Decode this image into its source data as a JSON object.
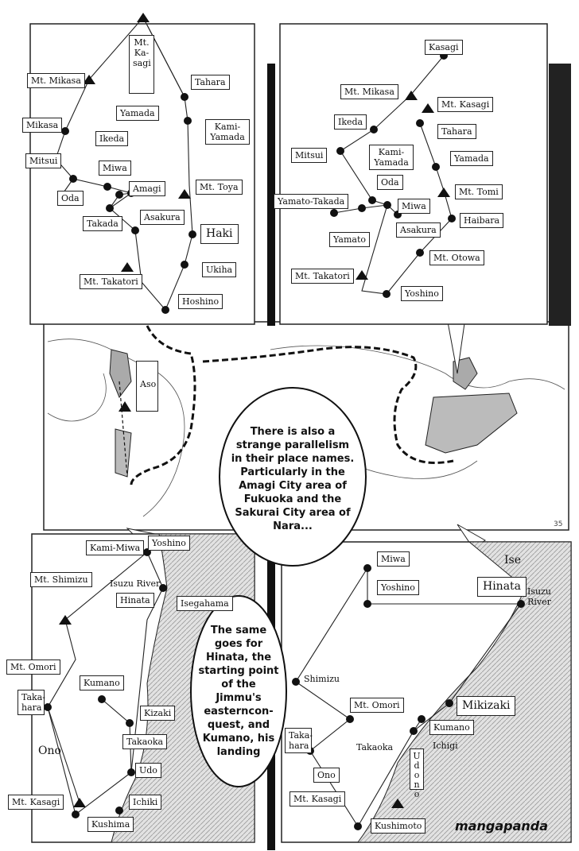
{
  "top_left_map": {
    "labels": [
      "Mt. Ka-sagi",
      "Mt. Mikasa",
      "Tahara",
      "Yamada",
      "Kami-Yamada",
      "Mikasa",
      "Ikeda",
      "Mitsui",
      "Miwa",
      "Oda",
      "Amagi",
      "Mt. Toya",
      "Takada",
      "Asakura",
      "Haki",
      "Mt. Takatori",
      "Ukiha",
      "Hoshino"
    ]
  },
  "top_right_map": {
    "labels": [
      "Kasagi",
      "Mt. Mikasa",
      "Mt. Kasagi",
      "Ikeda",
      "Tahara",
      "Mitsui",
      "Kami-Yamada",
      "Yamada",
      "Oda",
      "Mt. Tomi",
      "Yamato-Takada",
      "Miwa",
      "Haibara",
      "Yamato",
      "Asakura",
      "Mt. Otowa",
      "Mt. Takatori",
      "Yoshino"
    ]
  },
  "middle_map": {
    "aso_label": "Aso"
  },
  "speech_top": "There is also a strange parallelism in their place names. Particularly in the Amagi City area of Fukuoka and the Sakurai City area of Nara...",
  "page_number": "35",
  "bottom_left_map": {
    "labels": [
      "Yoshino",
      "Kami-Miwa",
      "Mt. Shimizu",
      "Isuzu River",
      "Hinata",
      "Isegahama",
      "Mt. Omori",
      "Kumano",
      "Taka-hara",
      "Kizaki",
      "Takaoka",
      "Ono",
      "Udo",
      "Mt. Kasagi",
      "Ichiki",
      "Kushima"
    ]
  },
  "bottom_right_map": {
    "labels": [
      "Miwa",
      "Ise",
      "Yoshino",
      "Hinata",
      "Isuzu River",
      "Shimizu",
      "Mt. Omori",
      "Mikizaki",
      "Kumano",
      "Taka-hara",
      "Takaoka",
      "Ichigi",
      "Udono",
      "Ono",
      "Mt. Kasagi",
      "Kushimoto"
    ]
  },
  "speech_bottom": "The same goes for Hinata, the starting point of the Jimmu's easterncon-quest, and Kumano, his landing",
  "watermark": "mangapanda",
  "colors": {
    "ink": "#111111",
    "sea": "#d9d9d9",
    "paper": "#ffffff"
  }
}
